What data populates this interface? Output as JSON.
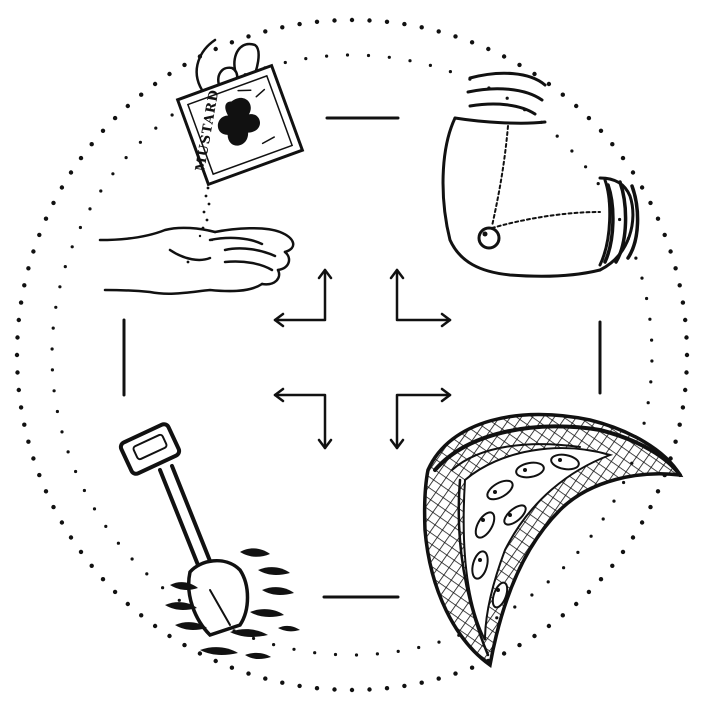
{
  "illustration": {
    "panels": [
      {
        "id": "mustard-seed",
        "icon": "mustard-seed-packet-icon",
        "packet_label": "MUSTARD"
      },
      {
        "id": "pearl",
        "icon": "pearl-necklace-icon"
      },
      {
        "id": "hidden-treasure",
        "icon": "shovel-in-soil-icon"
      },
      {
        "id": "fishing-net",
        "icon": "fishing-net-icon"
      }
    ],
    "ink_color": "#111111",
    "background_color": "#ffffff"
  }
}
